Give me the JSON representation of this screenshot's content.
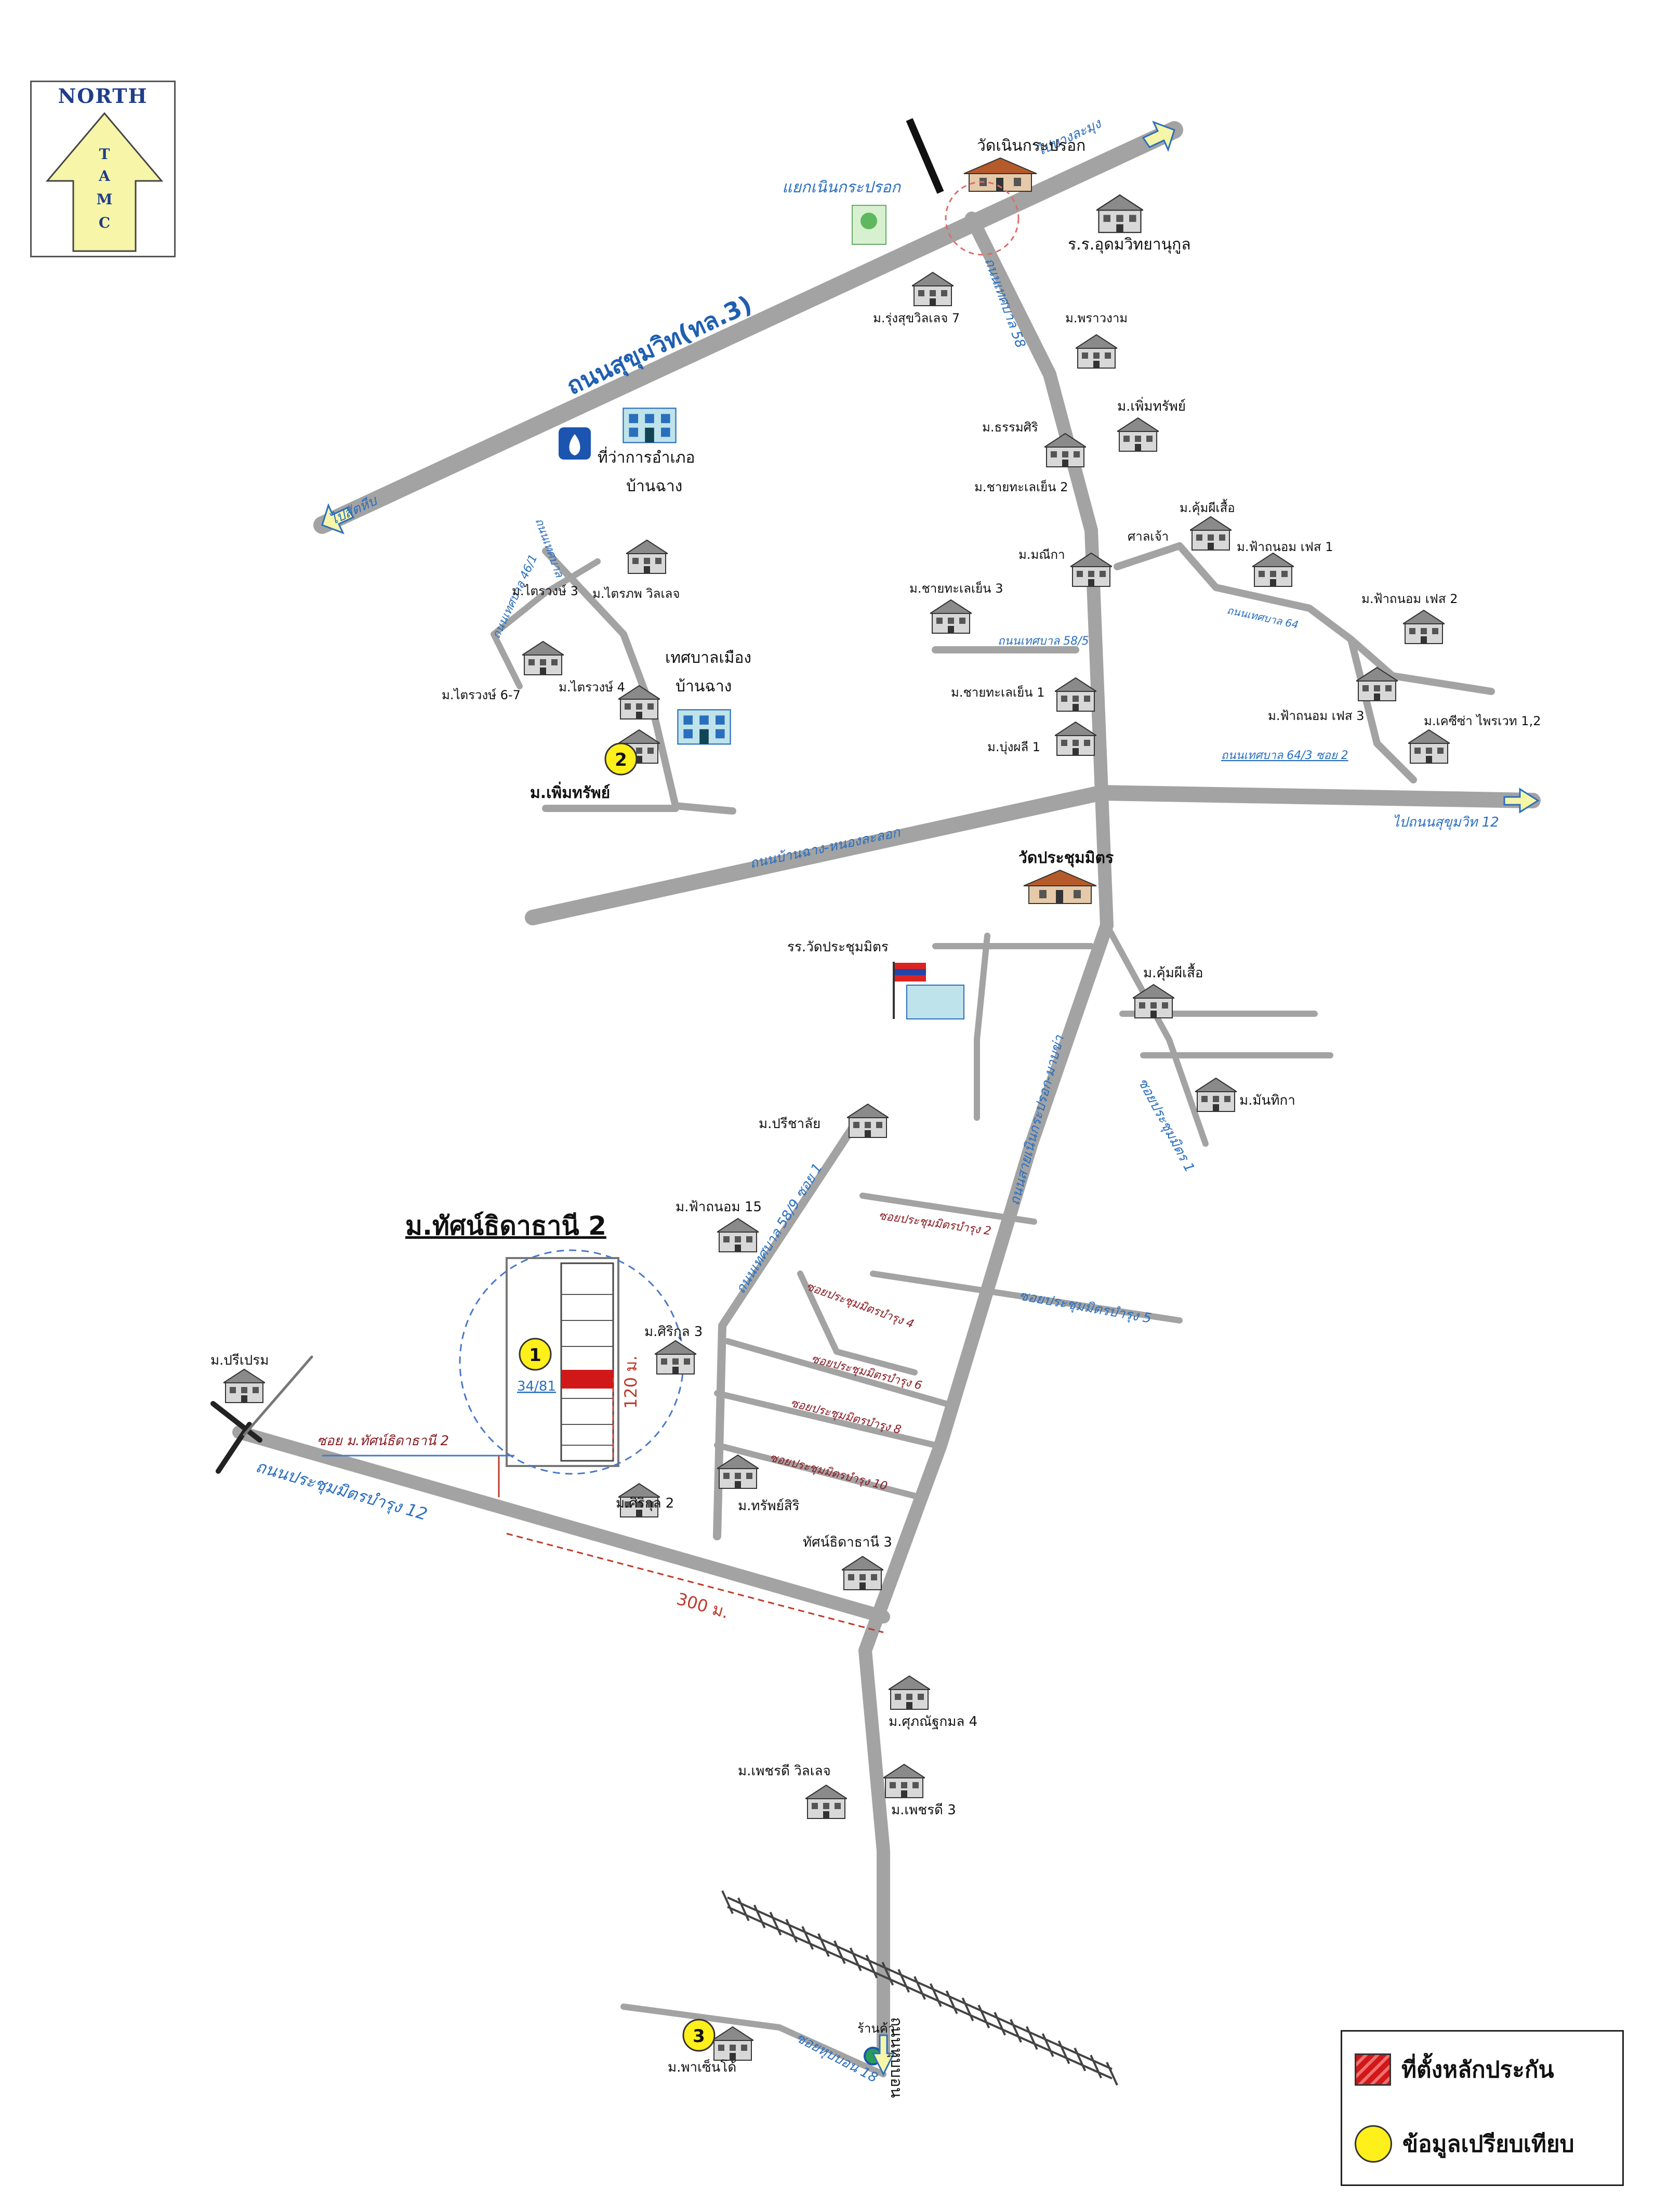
{
  "north_box": {
    "title": "NORTH",
    "arrow_letters": [
      "T",
      "A",
      "M",
      "C"
    ],
    "arrow_color": "#f6f5a8"
  },
  "legend": {
    "collateral_label": "ที่ตั้งหลักประกัน",
    "comparison_label": "ข้อมูลเปรียบเทียบ"
  },
  "colors": {
    "road": "#a3a3a3",
    "road_label": "#2a6fbf",
    "soi_label": "#8a1c24",
    "dimension": "#c0392b",
    "marker": "#ffef1a",
    "arrow": "#f6f5a8"
  },
  "subject": {
    "title": "ม.ทัศน์ธิดาธานี 2",
    "plot_number": "34/81",
    "depth_label": "120 ม.",
    "frontage_label": "300 ม.",
    "marker_numbers": [
      "1",
      "2",
      "3"
    ]
  },
  "roads": {
    "sukhumvit": "ถนนสุขุมวิท(ทล.3)",
    "to_sattahip": "ไปสัตหีบ",
    "to_bang_lamung": "ไปบางละมุง",
    "ban_chang_nong_pla": "ถนนบ้านฉาง-หนองละลอก",
    "to_sukhumvit_12": "ไปถนนสุขุมวิท 12",
    "prachummit_12": "ถนนประชุมมิตรบำรุง 12",
    "sai_noen_krapok": "ถนนสายเนินกระปรอก-มาบข่า",
    "soi_taad_12": "ซอย ม.ทัศน์ธิดาธานี 2",
    "soi_prachum_2": "ซอยประชุมมิตรบำรุง 2",
    "soi_prachum_4": "ซอยประชุมมิตรบำรุง 4",
    "soi_prachum_5": "ซอยประชุมมิตรบำรุง 5",
    "soi_prachum_6": "ซอยประชุมมิตรบำรุง 6",
    "soi_prachum_8": "ซอยประชุมมิตรบำรุง 8",
    "soi_prachum_10": "ซอยประชุมมิตรบำรุง 10",
    "soi_prachum_1": "ซอยประชุมมิตร 1",
    "soi_thesaban_58": "ถนนเทศบาล 58",
    "soi_thesaban_58_5": "ถนนเทศบาล 58/5",
    "soi_thesaban_58_9": "ถนนเทศบาล 58/9 ซอย 1",
    "soi_thesaban_64_3": "ถนนเทศบาล 64/3 ซอย 2",
    "soi_thesaban_64": "ถนนเทศบาล 64",
    "soi_thesaban_46": "ถนนเทศบาล 46/1",
    "soi_huai_pong": "ถนนเทศบาล",
    "soi_hup_bon_18": "ซอยหุบบอน 18",
    "road_hup_bon": "ถนนหุบบอน",
    "noen_krapok_junction": "แยกเนินกระปรอก"
  },
  "places": {
    "wat_noen_krapok": "วัดเนินกระปรอก",
    "school_udom": "ร.ร.อุดมวิทยานุกูล",
    "m_rungsuk_7": "ม.รุ่งสุขวิลเลจ 7",
    "m_praongam": "ม.พราวงาม",
    "m_permsap_a": "ม.เพิ่มทรัพย์",
    "m_thamasiri": "ม.ธรรมศิริ",
    "m_chaipattana_2": "ม.ชายทะเลเย็น 2",
    "m_manika": "ม.มณีกา",
    "m_chaipattana_3": "ม.ชายทะเลเย็น 3",
    "m_chaipattana_1": "ม.ชายทะเลเย็น 1",
    "m_bua_phet_1": "ม.บุ่งผลี 1",
    "m_jomphon_chao": "ม.คุ้มผีเสื้อ",
    "sala_chao": "ศาลเจ้า",
    "m_fahome_1": "ม.ฟ้าถนอม เฟส 1",
    "m_fahome_2": "ม.ฟ้าถนอม เฟส 2",
    "m_fahome_3": "ม.ฟ้าถนอม เฟส 3",
    "m_ketsara": "ม.เคซีซ่า ไพรเวท 1,2",
    "district_office": "ที่ว่าการอำเภอ",
    "district_office_2": "บ้านฉาง",
    "m_traiwong_a": "ม.ไตรวงษ์ 3",
    "m_trikamon": "ม.ไตรภพ วิลเลจ",
    "m_traiwong_67": "ม.ไตรวงษ์ 6-7",
    "m_traiwong_b": "ม.ไตรวงษ์ 4",
    "municipality": "เทศบาลเมือง",
    "municipality_2": "บ้านฉาง",
    "m_permsap_b": "ม.เพิ่มทรัพย์",
    "wat_prachummit": "วัดประชุมมิตร",
    "school_wat_prachummit": "รร.วัดประชุมมิตร",
    "m_khum_phi_suea": "ม.คุ้มผีเสื้อ",
    "m_manthika": "ม.มันทิกา",
    "m_preechalai": "ม.ปรีชาลัย",
    "m_fahome_15": "ม.ฟ้าถนอม 15",
    "m_sirikul_3": "ม.ศิริกุล 3",
    "m_pripram": "ม.ปรีเปรม",
    "m_sirikul_2": "ม.ศิริกุล 2",
    "m_sapsiri": "ม.ทรัพย์สิริ",
    "m_tatthida_3": "ทัศน์ธิดาธานี 3",
    "m_supanat_4": "ม.ศุภณัฐกมล 4",
    "m_phetcharat_village": "ม.เพชรดี วิลเลจ",
    "m_phetcharat_3": "ม.เพชรดี 3",
    "shop": "ร้านค้า",
    "m_pasenda": "ม.พาเซ็นโด้"
  }
}
